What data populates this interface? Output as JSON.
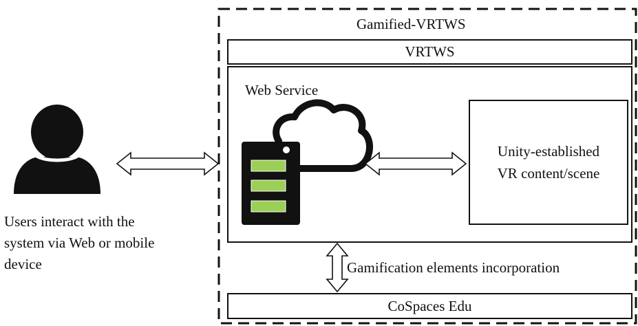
{
  "outer": {
    "title": "Gamified-VRTWS"
  },
  "vrtws": {
    "title": "VRTWS"
  },
  "web_service": {
    "label": "Web Service"
  },
  "vr_content": {
    "line1": "Unity-established",
    "line2": "VR content/scene"
  },
  "users": {
    "line1": "Users interact with the",
    "line2": "system via Web or mobile",
    "line3": "device"
  },
  "gamification": {
    "label": "Gamification elements incorporation"
  },
  "cospaces": {
    "label": "CoSpaces Edu"
  },
  "colors": {
    "server_slot": "#9ccf55",
    "server_body": "#111111",
    "arrow_fill": "#ffffff"
  },
  "icons": [
    "user-icon",
    "server-icon",
    "cloud-icon"
  ]
}
